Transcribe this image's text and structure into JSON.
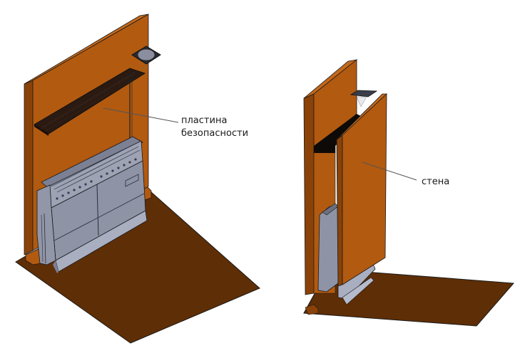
{
  "diagram": {
    "type": "isometric-installation-drawing",
    "panels": [
      {
        "id": "left",
        "description": "Heater mounted on wall with safety plate and vent above",
        "callout": {
          "line1": "пластина",
          "line2": "безопасности",
          "target": "safety-plate"
        }
      },
      {
        "id": "right",
        "description": "Heater enclosed by a protective wall panel",
        "callout": {
          "line1": "стена",
          "target": "front-wall-panel"
        }
      }
    ],
    "colors": {
      "wall_face": "#B25A10",
      "wall_edge": "#8A4208",
      "wall_top": "#C4681A",
      "floor": "#5E2E06",
      "heater_body": "#8E93A6",
      "heater_light": "#A9AEC0",
      "heater_dark": "#6B7082",
      "safety_plate": "#2A1A12",
      "outline": "#1A1A1A",
      "leader_line": "#555555"
    }
  }
}
